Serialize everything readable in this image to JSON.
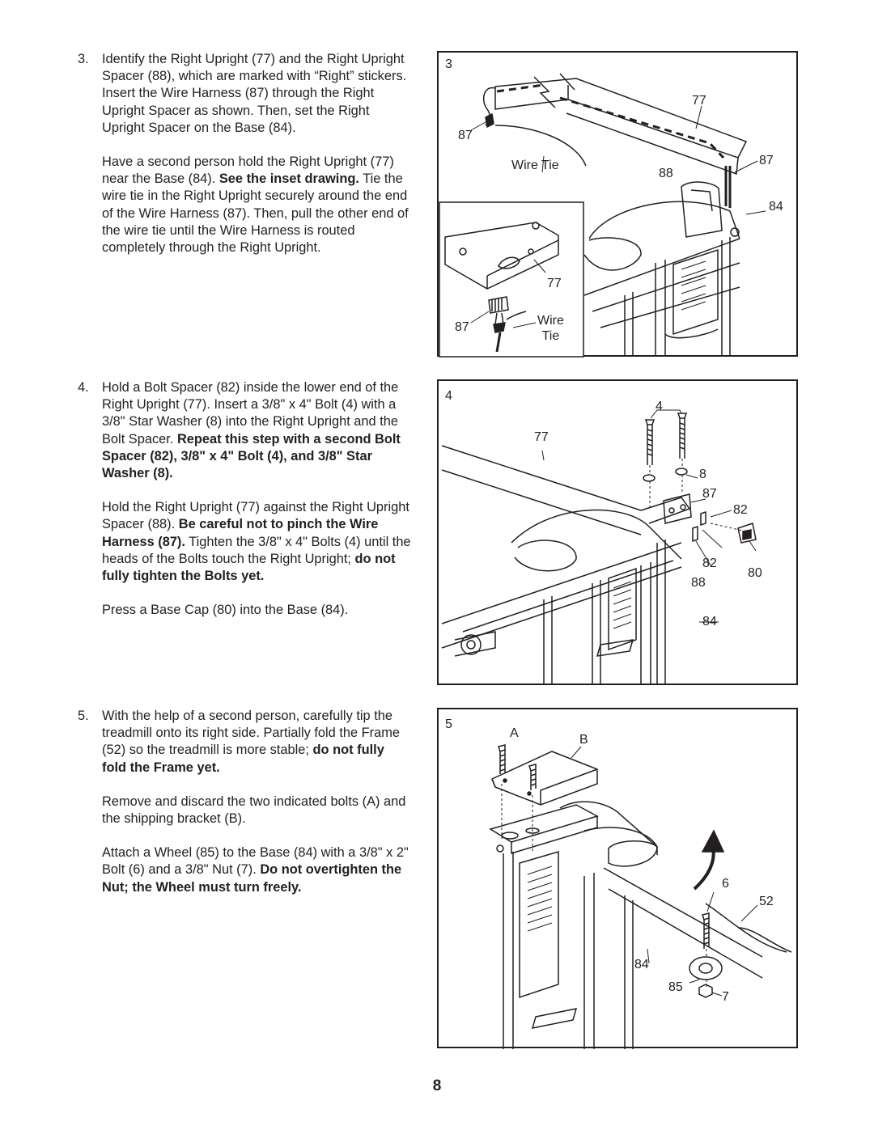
{
  "page_number": "8",
  "steps": [
    {
      "number": "3.",
      "p1": [
        {
          "t": "Identify the Right Upright (77) and the Right Upright Spacer (88), which are marked with “Right” stickers. Insert the Wire Harness (87) through the Right Upright Spacer as shown. Then, set the Right Upright Spacer on the Base (84).",
          "b": false
        }
      ],
      "p2": [
        {
          "t": "Have a second person hold the Right Upright (77) near the Base (84). ",
          "b": false
        },
        {
          "t": "See the inset drawing.",
          "b": true
        },
        {
          "t": " Tie the wire tie in the Right Upright securely around the end of the Wire Harness (87). Then, pull the other end of the wire tie until the Wire Harness is routed completely through the Right Upright.",
          "b": false
        }
      ]
    },
    {
      "number": "4.",
      "p1": [
        {
          "t": "Hold a Bolt Spacer (82) inside the lower end of the Right Upright (77). Insert a 3/8\" x 4\" Bolt (4) with a 3/8\" Star Washer (8) into the Right Upright and the Bolt Spacer. ",
          "b": false
        },
        {
          "t": "Repeat this step with a second Bolt Spacer (82), 3/8\" x 4\" Bolt (4), and 3/8\" Star Washer (8).",
          "b": true
        }
      ],
      "p2": [
        {
          "t": "Hold the Right Upright (77) against the Right Upright Spacer (88). ",
          "b": false
        },
        {
          "t": "Be careful not to pinch the Wire Harness (87).",
          "b": true
        },
        {
          "t": " Tighten the 3/8\" x 4\" Bolts (4) until the heads of the Bolts touch the Right Upright; ",
          "b": false
        },
        {
          "t": "do not fully tighten the Bolts yet.",
          "b": true
        }
      ],
      "p3": [
        {
          "t": "Press a Base Cap (80) into the Base (84).",
          "b": false
        }
      ]
    },
    {
      "number": "5.",
      "p1": [
        {
          "t": "With the help of a second person, carefully tip the treadmill onto its right side. Partially fold the Frame (52) so the treadmill is more stable; ",
          "b": false
        },
        {
          "t": "do not fully fold the Frame yet.",
          "b": true
        }
      ],
      "p2": [
        {
          "t": "Remove and discard the two indicated bolts (A) and the shipping bracket (B).",
          "b": false
        }
      ],
      "p3": [
        {
          "t": "Attach a Wheel (85) to the Base (84) with a 3/8\" x 2\" Bolt (6) and a 3/8\" Nut (7). ",
          "b": false
        },
        {
          "t": "Do not overtighten the Nut; the Wheel must turn freely.",
          "b": true
        }
      ]
    }
  ],
  "figures": {
    "fig3": {
      "number": "3",
      "callouts": {
        "c77": "77",
        "c87a": "87",
        "c87b": "87",
        "c88": "88",
        "c84": "84",
        "wiretie": "Wire Tie"
      },
      "inset": {
        "c77": "77",
        "c87": "87",
        "wiretie": "Wire\nTie"
      }
    },
    "fig4": {
      "number": "4",
      "callouts": {
        "c4": "4",
        "c77": "77",
        "c8": "8",
        "c87": "87",
        "c82a": "82",
        "c82b": "82",
        "c80": "80",
        "c88": "88",
        "c84": "84"
      }
    },
    "fig5": {
      "number": "5",
      "callouts": {
        "cA": "A",
        "cB": "B",
        "c6": "6",
        "c52": "52",
        "c84": "84",
        "c85": "85",
        "c7": "7"
      }
    }
  }
}
